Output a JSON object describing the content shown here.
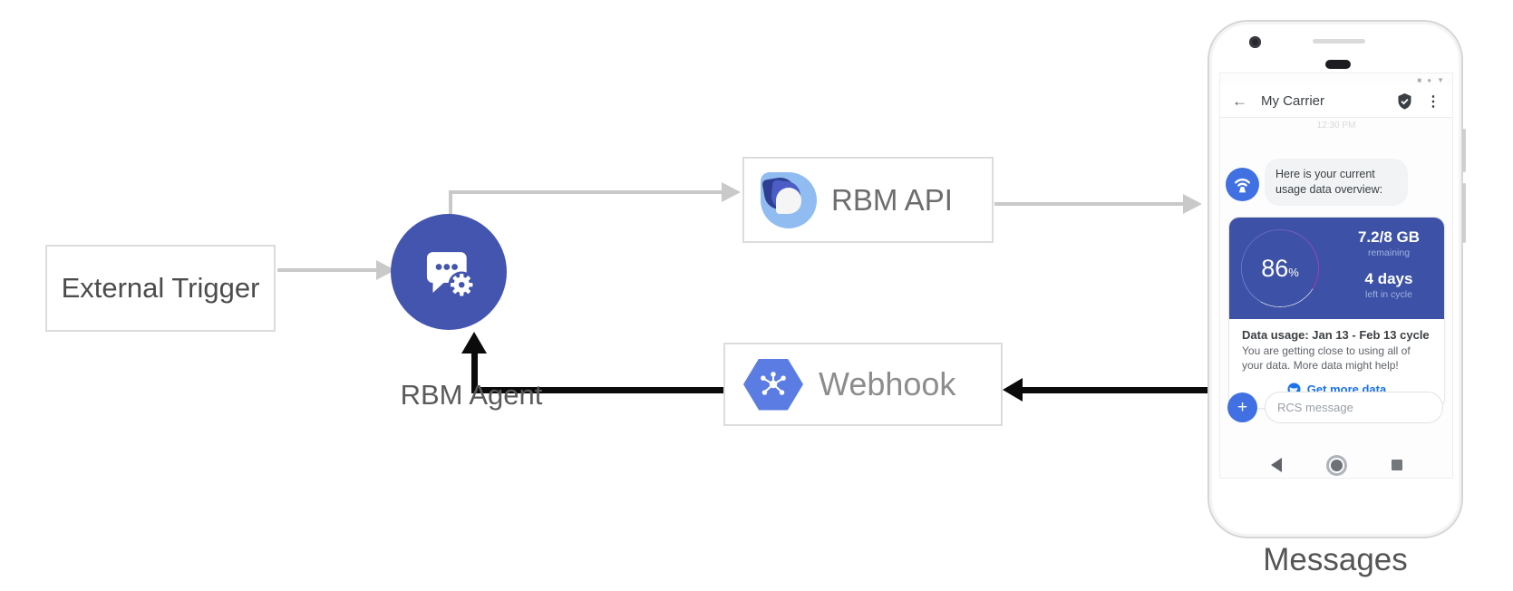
{
  "diagram": {
    "external_trigger_label": "External Trigger",
    "rbm_agent_label": "RBM Agent",
    "rbm_api_label": "RBM API",
    "webhook_label": "Webhook",
    "phone_caption": "Messages"
  },
  "phone": {
    "status_icons": {
      "square": "■",
      "dot": "●",
      "triangle": "▼"
    },
    "header": {
      "back_glyph": "←",
      "title": "My Carrier",
      "menu_glyph": "⋮",
      "timestamp": "12:30 PM"
    },
    "chat": {
      "bot_message": "Here is your current usage data overview:",
      "usage_card": {
        "gauge_percent": "86",
        "gauge_percent_sign": "%",
        "remaining_value": "7.2/8 GB",
        "remaining_label": "remaining",
        "cycle_days_value": "4 days",
        "cycle_days_label": "left in cycle",
        "usage_title": "Data usage: Jan 13 - Feb 13 cycle",
        "usage_body": "You are getting close to using all of your data. More data might help!",
        "action_label": "Get more data"
      }
    },
    "compose": {
      "plus_glyph": "+",
      "placeholder": "RCS message"
    }
  },
  "colors": {
    "agent_circle": "#4355af",
    "card_blue": "#3d52a6",
    "accent_blue": "#4170e2",
    "link_blue": "#1a73e8",
    "webhook_hexagon": "#5b7ce2",
    "gauge_pink": "#ef1898",
    "gauge_light_blue": "#85abe8",
    "arrow_gray": "#c9c9c9",
    "arrow_black": "#0b0b0b"
  }
}
